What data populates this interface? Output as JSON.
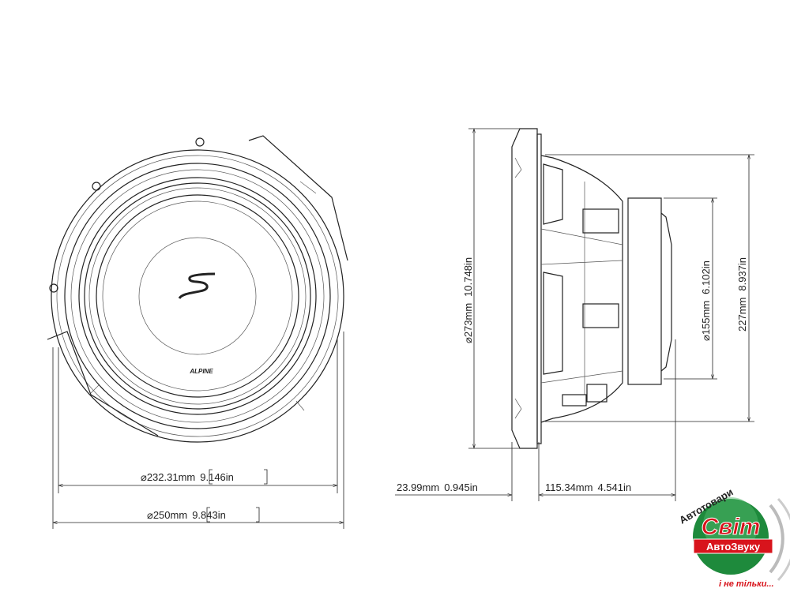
{
  "front_view": {
    "cone_logo": "S",
    "brand": "ALPINE",
    "dim_inner": {
      "symbol": "⌀",
      "mm": "232.31mm",
      "in": "9.146in"
    },
    "dim_outer": {
      "symbol": "⌀",
      "mm": "250mm",
      "in": "9.843in"
    }
  },
  "side_view": {
    "dim_height": {
      "symbol": "⌀",
      "mm": "273mm",
      "in": "10.748in"
    },
    "dim_magnet": {
      "symbol": "⌀",
      "mm": "155mm",
      "in": "6.102in"
    },
    "dim_basket": {
      "mm": "227mm",
      "in": "8.937in"
    },
    "dim_flange": {
      "mm": "23.99mm",
      "in": "0.945in"
    },
    "dim_depth": {
      "mm": "115.34mm",
      "in": "4.541in"
    }
  },
  "logo": {
    "top_text": "Автотовари",
    "main": "Світ",
    "sub": "АвтоЗвуку",
    "bottom_text": "і не тільки...",
    "colors": {
      "green": "#1e8a3c",
      "red": "#d8141c"
    }
  }
}
